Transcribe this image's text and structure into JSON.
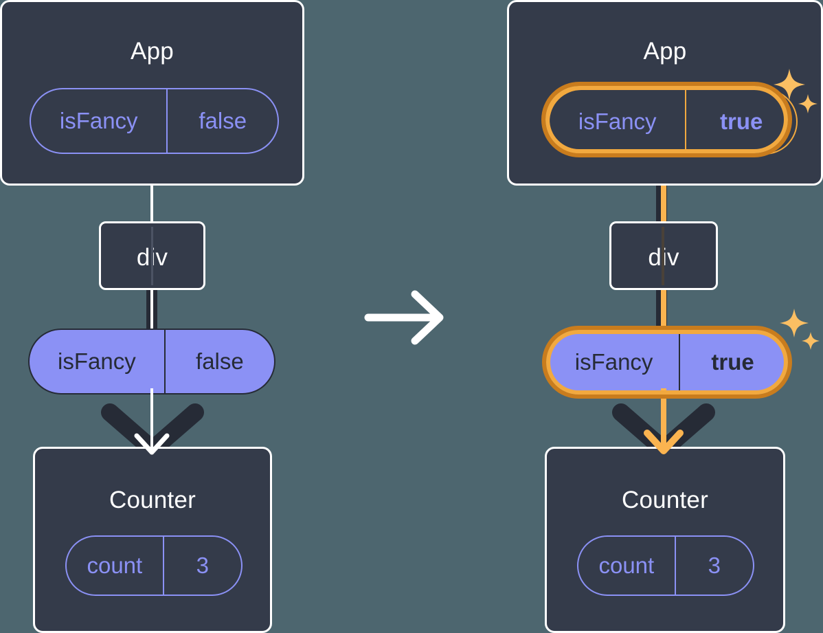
{
  "diagram": {
    "title_left": "App",
    "title_right": "App",
    "background_color": "#4d666f",
    "panel_color": "#343b4a",
    "accent_purple": "#8b91f5",
    "accent_orange_dark": "#c97c1d",
    "accent_orange_light": "#f2a93f",
    "accent_orange_arrow": "#fbb450",
    "dark_line_color": "#262b36"
  },
  "left": {
    "app_box": {
      "title": "App",
      "state_pill": {
        "key": "isFancy",
        "value": "false",
        "highlighted": "false"
      }
    },
    "div_box": {
      "label": "div"
    },
    "prop_pill": {
      "key": "isFancy",
      "value": "false",
      "highlighted": "false"
    },
    "counter_box": {
      "title": "Counter",
      "state_pill": {
        "key": "count",
        "value": "3"
      }
    }
  },
  "transition": {
    "icon": "right-arrow-icon"
  },
  "right": {
    "app_box": {
      "title": "App",
      "state_pill": {
        "key": "isFancy",
        "value": "true",
        "highlighted": "true"
      },
      "sparkle": "sparkle-icon"
    },
    "div_box": {
      "label": "div"
    },
    "prop_pill": {
      "key": "isFancy",
      "value": "true",
      "highlighted": "true",
      "sparkle": "sparkle-icon"
    },
    "counter_box": {
      "title": "Counter",
      "state_pill": {
        "key": "count",
        "value": "3"
      }
    }
  }
}
